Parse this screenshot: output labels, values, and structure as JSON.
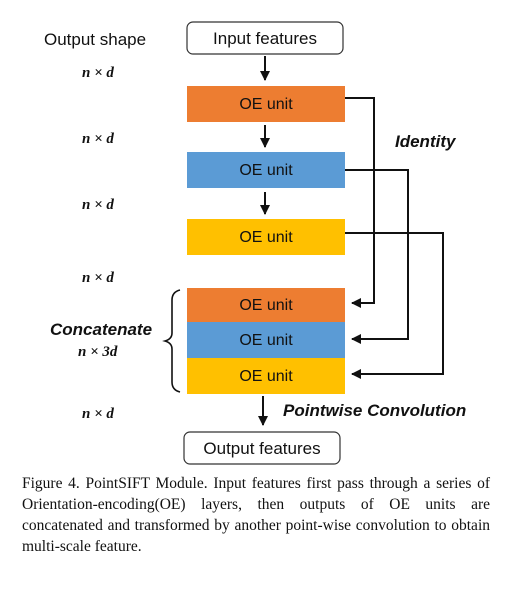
{
  "left_column": {
    "header": "Output shape",
    "shape_main": "n × d",
    "shape_concat": "n × 3d",
    "concat_label": "Concatenate"
  },
  "boxes": {
    "input": "Input features",
    "output": "Output features",
    "oe": "OE unit"
  },
  "labels": {
    "identity": "Identity",
    "pointwise": "Pointwise Convolution"
  },
  "colors": {
    "orange": "#ED7D31",
    "blue": "#5B9BD5",
    "yellow": "#FFC000",
    "line": "#111111"
  },
  "caption": "Figure 4. PointSIFT Module. Input features first pass through a series of Orientation-encoding(OE) layers, then outputs of OE units are concatenated and transformed by another point-wise convolution to obtain multi-scale feature."
}
